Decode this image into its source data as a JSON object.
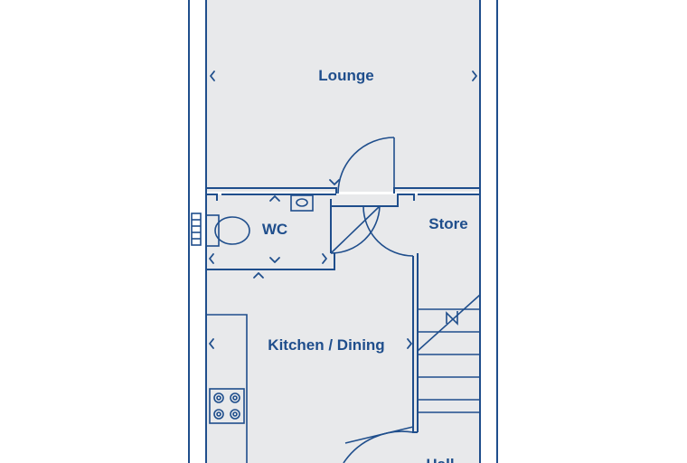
{
  "colors": {
    "line": "#1f4e8c",
    "floor": "#e8e9eb",
    "background": "#ffffff"
  },
  "rooms": {
    "lounge": "Lounge",
    "wc": "WC",
    "store": "Store",
    "kitchen": "Kitchen / Dining",
    "hall": "Hall"
  }
}
